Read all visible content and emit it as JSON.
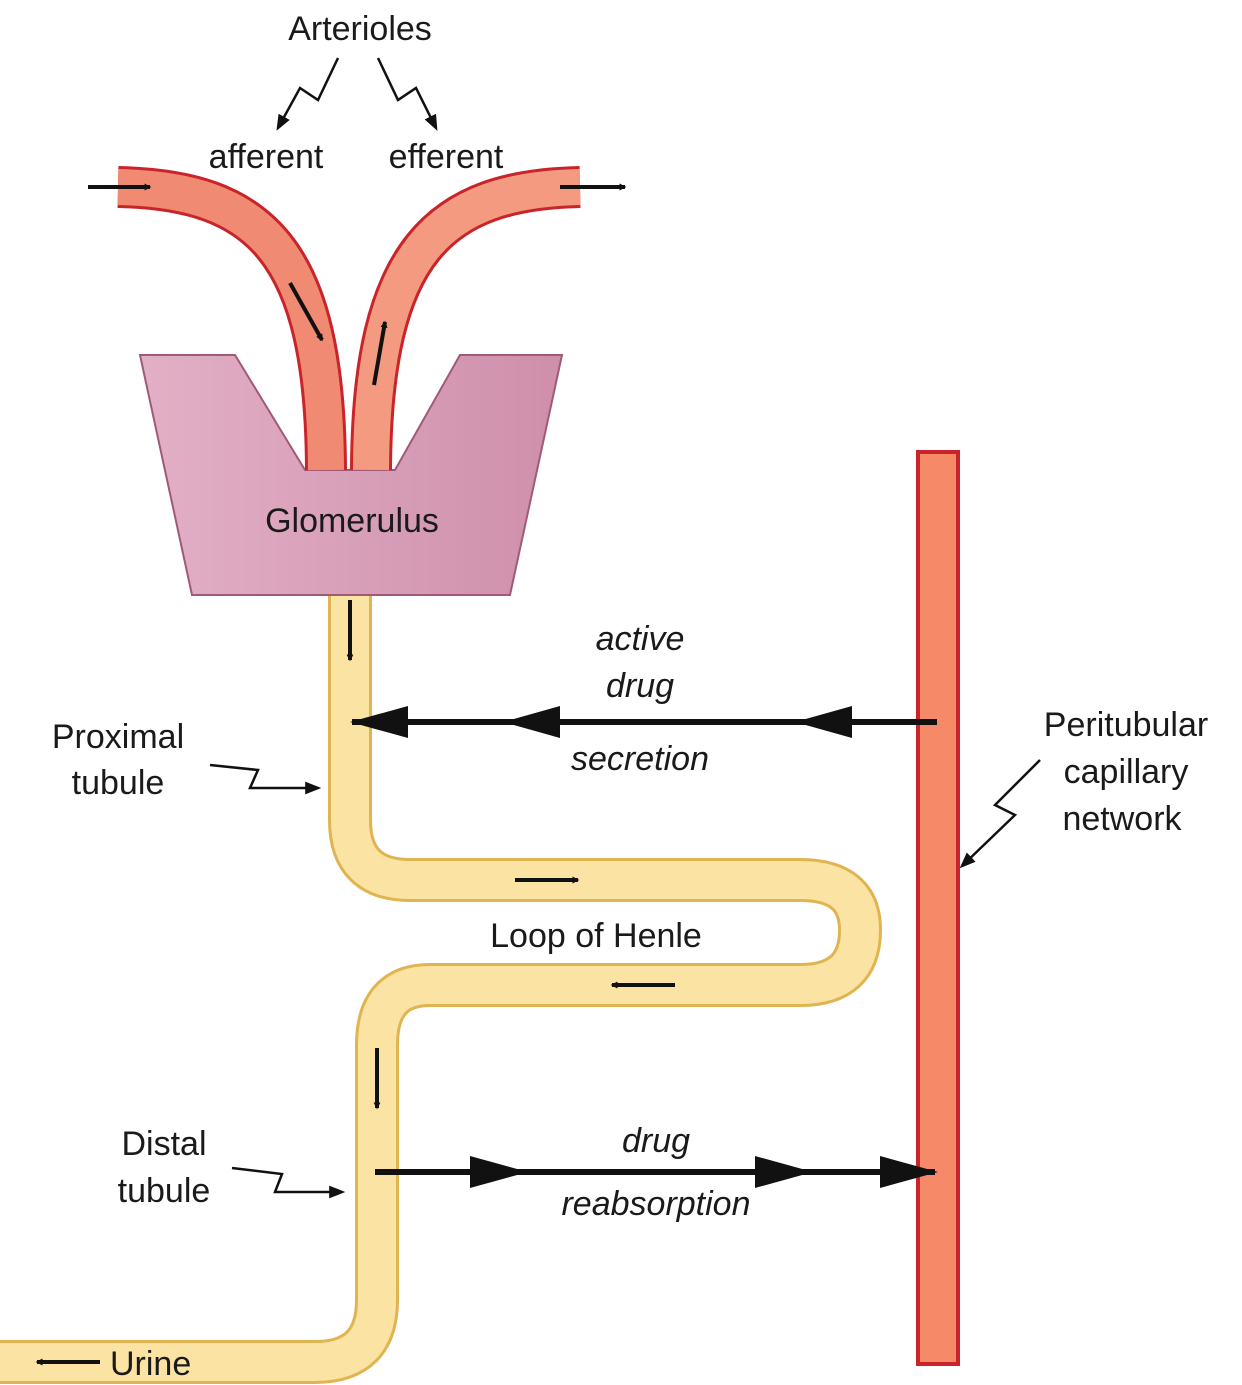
{
  "labels": {
    "arterioles": "Arterioles",
    "afferent": "afferent",
    "efferent": "efferent",
    "glomerulus": "Glomerulus",
    "proximal_line1": "Proximal",
    "proximal_line2": "tubule",
    "loop_of_henle": "Loop of Henle",
    "distal_line1": "Distal",
    "distal_line2": "tubule",
    "urine": "Urine",
    "peritubular_line1": "Peritubular",
    "peritubular_line2": "capillary",
    "peritubular_line3": "network",
    "secretion_line1": "active",
    "secretion_line2": "drug",
    "secretion_line3": "secretion",
    "reabsorption_line1": "drug",
    "reabsorption_line2": "reabsorption"
  },
  "colors": {
    "arteriole_fill": "#f08a72",
    "arteriole_stroke": "#c8242a",
    "glomerulus_fill": "#d79cb4",
    "glomerulus_stroke": "#a05a78",
    "tubule_fill": "#fbe3a3",
    "tubule_stroke": "#e0b450",
    "capillary_fill": "#f68a68",
    "capillary_stroke": "#c8242a",
    "arrow": "#111111"
  }
}
